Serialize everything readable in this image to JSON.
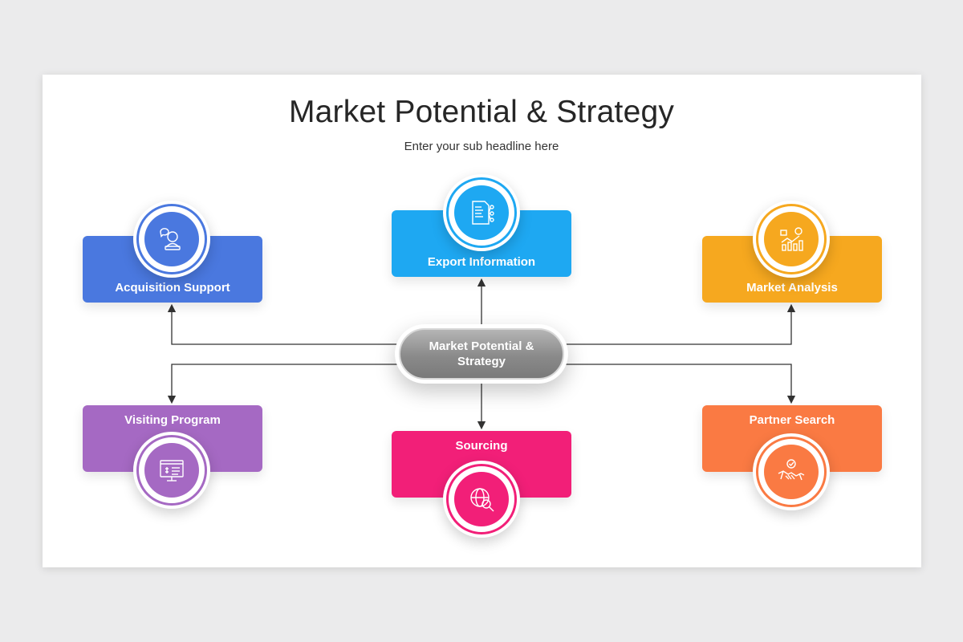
{
  "header": {
    "title": "Market Potential & Strategy",
    "subtitle": "Enter your sub headline here"
  },
  "center": {
    "label": "Market Potential & Strategy"
  },
  "nodes": [
    {
      "id": "acquisition",
      "label": "Acquisition Support",
      "color": "#4a78df",
      "icon": "support-agent-icon"
    },
    {
      "id": "export",
      "label": "Export Information",
      "color": "#1ea8f2",
      "icon": "document-share-icon"
    },
    {
      "id": "analysis",
      "label": "Market Analysis",
      "color": "#f6a81f",
      "icon": "chart-analysis-icon"
    },
    {
      "id": "visiting",
      "label": "Visiting Program",
      "color": "#a569c3",
      "icon": "monitor-money-icon"
    },
    {
      "id": "sourcing",
      "label": "Sourcing",
      "color": "#f21f78",
      "icon": "globe-search-icon"
    },
    {
      "id": "partner",
      "label": "Partner Search",
      "color": "#fa7a43",
      "icon": "handshake-icon"
    }
  ],
  "connector_color": "#333333"
}
